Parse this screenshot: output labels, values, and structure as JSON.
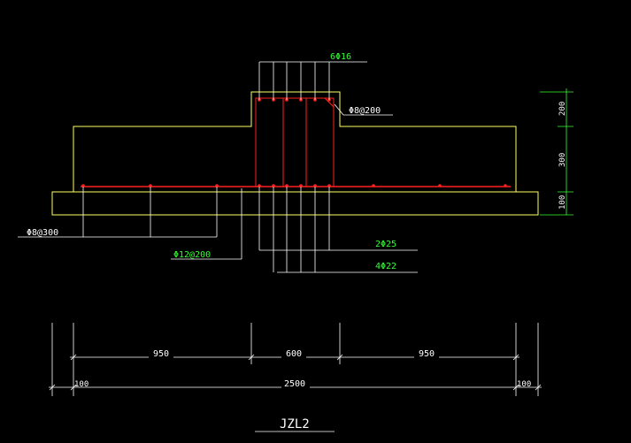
{
  "drawing_title": "JZL2",
  "colors": {
    "background": "#000000",
    "outline": "#FFFF66",
    "rebar": "#FF2020",
    "leader": "#FFFFFF",
    "label": "#33FF33",
    "dimension": "#FFFFFF",
    "side_dimension": "#33FF33"
  },
  "rebar_labels": {
    "top_bars": "6Φ16",
    "stirrup": "Φ8@200",
    "bottom_bars_a": "2Φ25",
    "bottom_bars_b": "4Φ22",
    "slab_transverse": "Φ12@200",
    "slab_distribution": "Φ8@300"
  },
  "horizontal_dims": {
    "left_flange": "950",
    "rib_width": "600",
    "right_flange": "950",
    "left_cover": "100",
    "total_width": "2500",
    "right_cover": "100"
  },
  "vertical_dims": {
    "rib_height": "200",
    "flange_height": "300",
    "pad_height": "100"
  }
}
